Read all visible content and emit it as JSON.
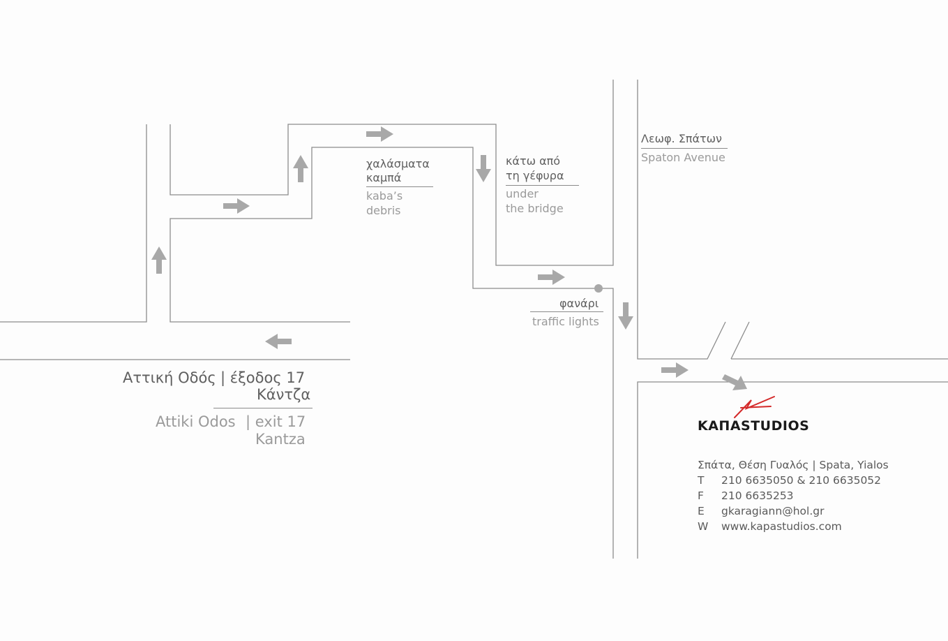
{
  "labels": {
    "attiki_gr": "Αττική Οδός",
    "exit_gr": "| έξοδος 17",
    "kantza_gr": "Κάντζα",
    "attiki_en": "Attiki Odos",
    "exit_en": "| exit 17",
    "kantza_en": "Kantza",
    "kaba_gr_1": "χαλάσματα",
    "kaba_gr_2": "καμπά",
    "kaba_en_1": "kaba’s",
    "kaba_en_2": "debris",
    "bridge_gr_1": "κάτω από",
    "bridge_gr_2": "τη γέφυρα",
    "bridge_en_1": "under",
    "bridge_en_2": "the bridge",
    "lights_gr": "φανάρι",
    "lights_en": "traffic lights",
    "avenue_gr": "Λεωφ. Σπάτων",
    "avenue_en": "Spaton Avenue"
  },
  "logo": {
    "text": "KAΠASTUDIOS",
    "accent_color": "#d42a2a"
  },
  "contact": {
    "address": "Σπάτα, Θέση Γυαλός | Spata, Yialos",
    "phone_key": "T",
    "phone": "210 6635050 & 210 6635052",
    "fax_key": "F",
    "fax": "210 6635253",
    "email_key": "E",
    "email": "gkaragiann@hol.gr",
    "web_key": "W",
    "web": "www.kapastudios.com"
  },
  "colors": {
    "road": "#8c8c8c",
    "arrow": "#a8a8a8",
    "text_greek": "#5f5f5f",
    "text_english": "#9a9a9a"
  }
}
